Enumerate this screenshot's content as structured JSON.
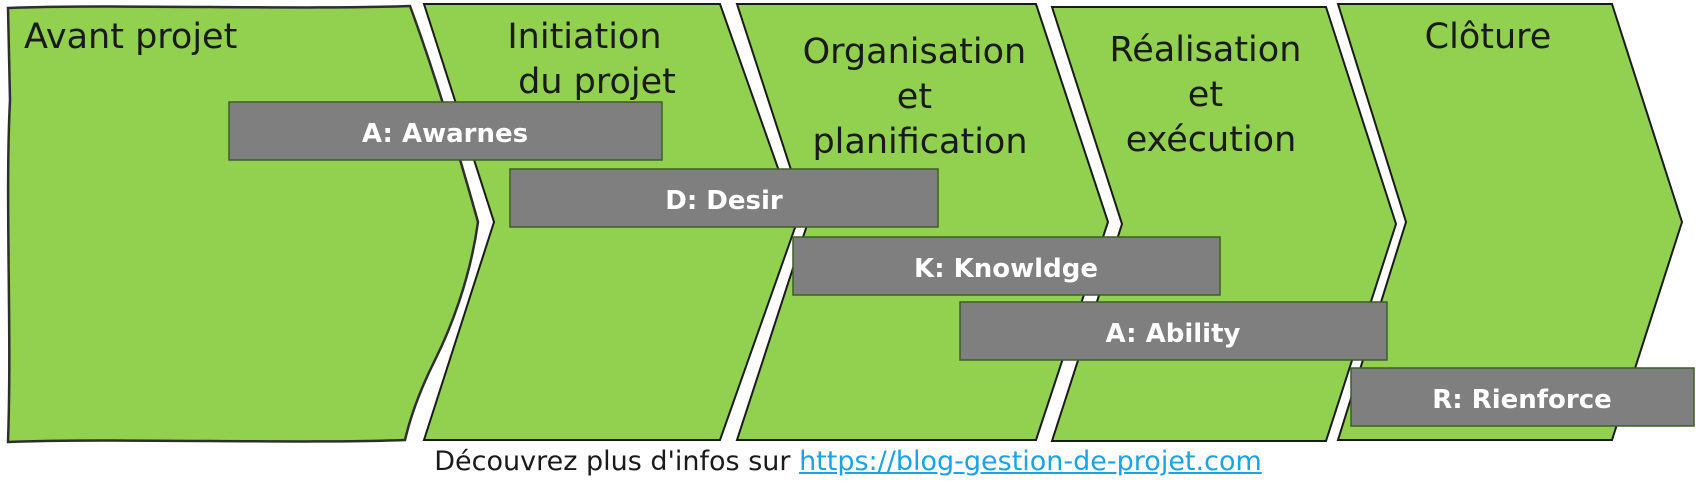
{
  "phases": [
    {
      "id": "avant-projet",
      "lines": [
        "Avant projet"
      ]
    },
    {
      "id": "initiation",
      "lines": [
        "Initiation",
        "du projet"
      ]
    },
    {
      "id": "organisation",
      "lines": [
        "Organisation",
        "et",
        "planification"
      ]
    },
    {
      "id": "realisation",
      "lines": [
        "Réalisation",
        "et",
        "exécution"
      ]
    },
    {
      "id": "cloture",
      "lines": [
        "Clôture"
      ]
    }
  ],
  "bars": [
    {
      "id": "awareness",
      "label": "A: Awarnes"
    },
    {
      "id": "desire",
      "label": "D: Desir"
    },
    {
      "id": "knowledge",
      "label": "K: Knowldge"
    },
    {
      "id": "ability",
      "label": "A: Ability"
    },
    {
      "id": "reinforcement",
      "label": "R: Rienforce"
    }
  ],
  "footer": {
    "text": "Découvrez plus d'infos sur ",
    "link_text": "https://blog-gestion-de-projet.com"
  },
  "colors": {
    "phase_fill": "#92d050",
    "bar_fill": "#7f7f7f",
    "bar_text": "#ffffff",
    "link": "#1aa3e8"
  }
}
